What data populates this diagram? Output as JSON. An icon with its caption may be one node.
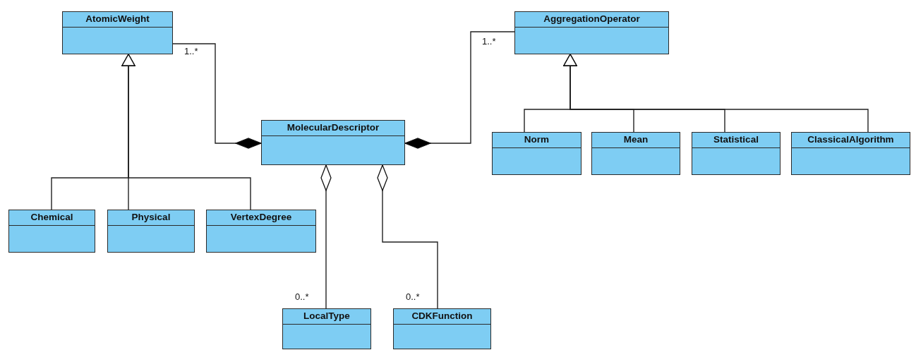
{
  "diagram": {
    "nodes": [
      {
        "text": [
          "AtomicWeight"
        ]
      },
      {
        "text": [
          "AggregationOperator"
        ]
      },
      {
        "text": [
          "MolecularDescriptor"
        ]
      },
      {
        "text": [
          "Norm"
        ]
      },
      {
        "text": [
          "Mean"
        ]
      },
      {
        "text": [
          "Statistical"
        ]
      },
      {
        "text": [
          "ClassicalAlgorithm"
        ]
      },
      {
        "text": [
          "Chemical"
        ]
      },
      {
        "text": [
          "Physical"
        ]
      },
      {
        "text": [
          "VertexDegree"
        ]
      },
      {
        "text": [
          "LocalType"
        ]
      },
      {
        "text": [
          "CDKFunction"
        ]
      }
    ],
    "edges": [
      {
        "from": 7,
        "to": 0,
        "arrow": "to"
      },
      {
        "from": 8,
        "to": 0,
        "arrow": "to"
      },
      {
        "from": 9,
        "to": 0,
        "arrow": "to"
      },
      {
        "from": 3,
        "to": 1,
        "arrow": "to"
      },
      {
        "from": 4,
        "to": 1,
        "arrow": "to"
      },
      {
        "from": 5,
        "to": 1,
        "arrow": "to"
      },
      {
        "from": 6,
        "to": 1,
        "arrow": "to"
      },
      {
        "from": 2,
        "to": 0,
        "arrow": "other",
        "label": "1..*"
      },
      {
        "from": 2,
        "to": 1,
        "arrow": "other",
        "label": "1..*"
      },
      {
        "from": 2,
        "to": 10,
        "arrow": "other",
        "label": "0..*"
      },
      {
        "from": 2,
        "to": 11,
        "arrow": "other",
        "label": "0..*"
      }
    ]
  }
}
